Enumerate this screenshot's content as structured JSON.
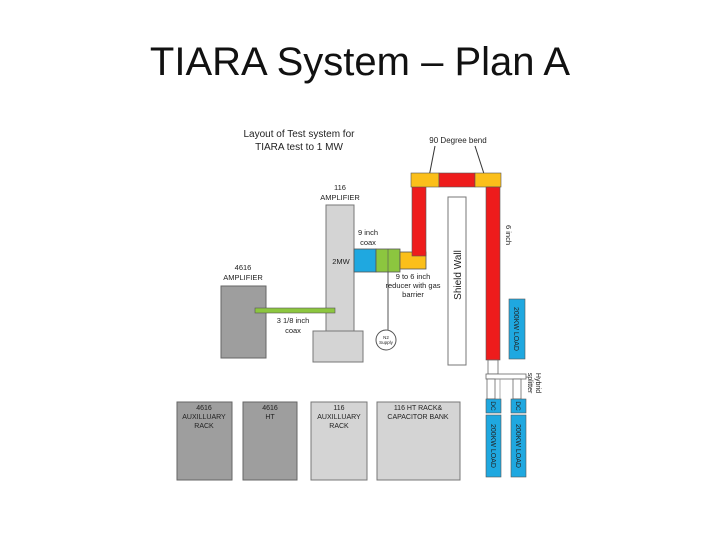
{
  "slide": {
    "title": "TIARA System – Plan A"
  },
  "diagram": {
    "caption_line1": "Layout of Test system for",
    "caption_line2": "TIARA test to 1 MW",
    "bend_label": "90 Degree bend",
    "amp116_line1": "116",
    "amp116_line2": "AMPLIFIER",
    "amp4616_line1": "4616",
    "amp4616_line2": "AMPLIFIER",
    "coax9_line1": "9 inch",
    "coax9_line2": "coax",
    "box_2mw": "2MW",
    "reducer_line1": "9 to 6 inch",
    "reducer_line2": "reducer with gas",
    "reducer_line3": "barrier",
    "coax318_line1": "3 1/8 inch",
    "coax318_line2": "coax",
    "n2_line1": "N2",
    "n2_line2": "Supply",
    "shield_wall": "Shield Wall",
    "six_inch": "6 inch",
    "load_top": "200KW LOAD",
    "hybrid_line1": "Hybrid",
    "hybrid_line2": "splitter",
    "dc_left": "DC",
    "dc_right": "DC",
    "load_bottom_left": "200KW LOAD",
    "load_bottom_right": "200KW LOAD",
    "rack1_line1": "4616",
    "rack1_line2": "AUXILLUARY",
    "rack1_line3": "RACK",
    "rack2_line1": "4616",
    "rack2_line2": "HT",
    "rack3_line1": "116",
    "rack3_line2": "AUXILLUARY",
    "rack3_line3": "RACK",
    "rack4_line1": "116 HT RACK&",
    "rack4_line2": "CAPACITOR BANK"
  },
  "colors": {
    "waveguide_red": "#ee1c1c",
    "flange_yellow": "#fbbf1a",
    "load_blue": "#1fa8e0",
    "coax_green": "#8cc63f",
    "rack_gray": "#9e9e9e",
    "amp_gray": "#d4d4d4"
  }
}
